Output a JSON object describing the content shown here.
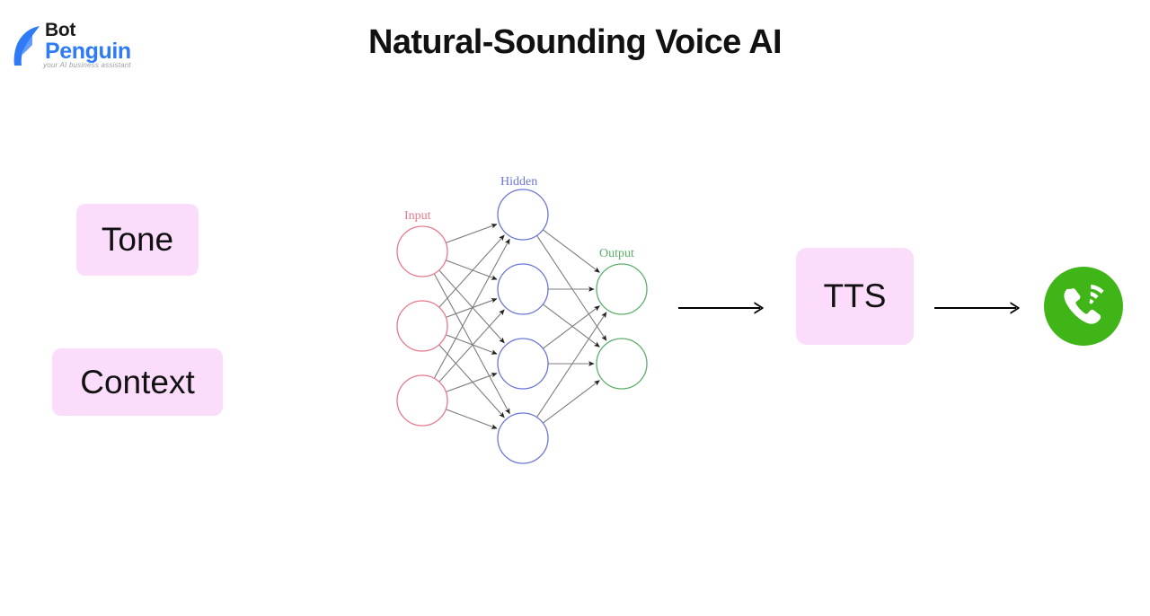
{
  "page": {
    "title": "Natural-Sounding Voice AI",
    "background_color": "#ffffff"
  },
  "logo": {
    "name_top": "Bot",
    "name_bottom": "Penguin",
    "tagline": "your AI business assistant",
    "mark_color": "#2f7bf6",
    "text_top_color": "#1b1b1b",
    "text_bottom_color": "#2f7bf6",
    "tagline_color": "#9aa0a6"
  },
  "inputs": {
    "tone_label": "Tone",
    "context_label": "Context",
    "box_color": "#fbdcfb"
  },
  "waveform": {
    "gradient_start": "#35b8e8",
    "gradient_mid": "#9b5ce0",
    "gradient_end": "#f06ab0"
  },
  "neural_network": {
    "input_label": "Input",
    "hidden_label": "Hidden",
    "output_label": "Output",
    "input_color": "#e8788a",
    "hidden_color": "#6b76d6",
    "output_color": "#5cae6a",
    "edge_color": "#777777",
    "input_nodes": 3,
    "hidden_nodes": 4,
    "output_nodes": 2
  },
  "tts": {
    "label": "TTS",
    "box_color": "#fbdcfb"
  },
  "arrows": {
    "arrow_one": "arrow-right",
    "arrow_two": "arrow-right",
    "color": "#000000"
  },
  "output_call": {
    "icon": "phone-call-icon",
    "circle_color": "#3fb518",
    "glyph_color": "#ffffff"
  }
}
